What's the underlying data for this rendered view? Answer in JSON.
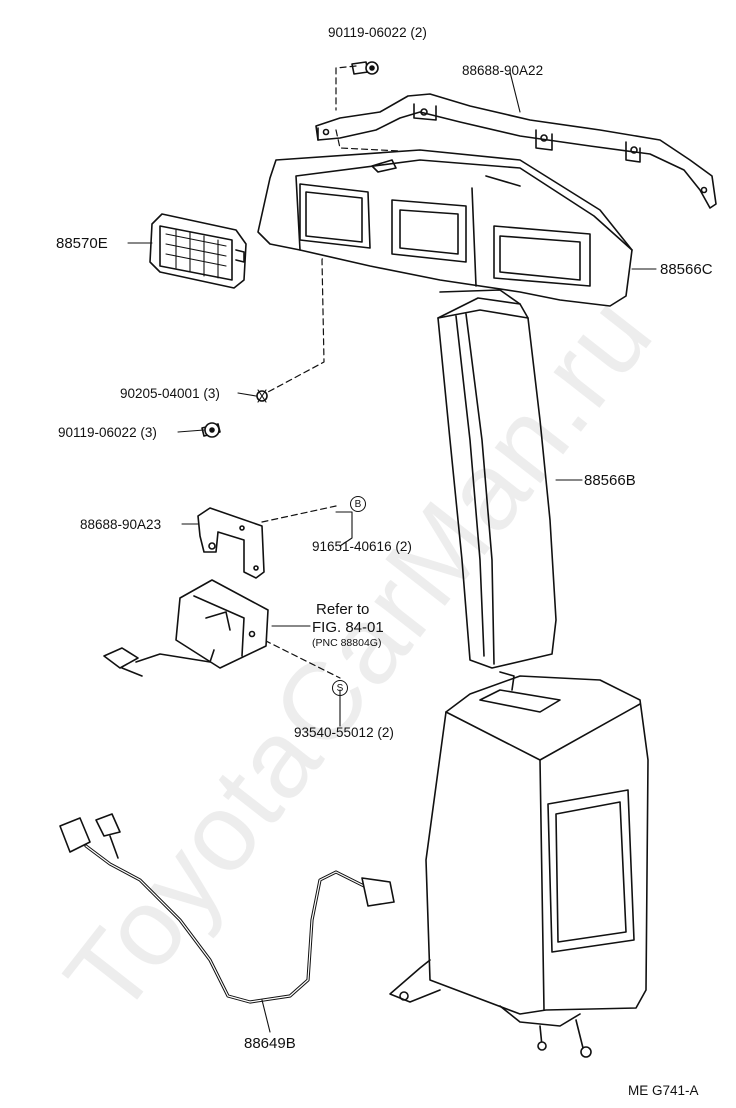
{
  "watermark": "ToyotaCarMan.ru",
  "labels": {
    "screw_top": "90119-06022 (2)",
    "bracket_top": "88688-90A22",
    "louver": "88570E",
    "housing": "88566C",
    "clip": "90205-04001 (3)",
    "screw_mid": "90119-06022 (3)",
    "duct": "88566B",
    "bracket_small": "88688-90A23",
    "circle_b": "B",
    "nut": "91651-40616 (2)",
    "refer_to": "Refer to",
    "fig_ref": "FIG. 84-01",
    "pnc_ref": "(PNC 88804G)",
    "circle_s": "S",
    "bolt": "93540-55012 (2)",
    "harness": "88649B",
    "diagram_code": "ME  G741-A"
  }
}
